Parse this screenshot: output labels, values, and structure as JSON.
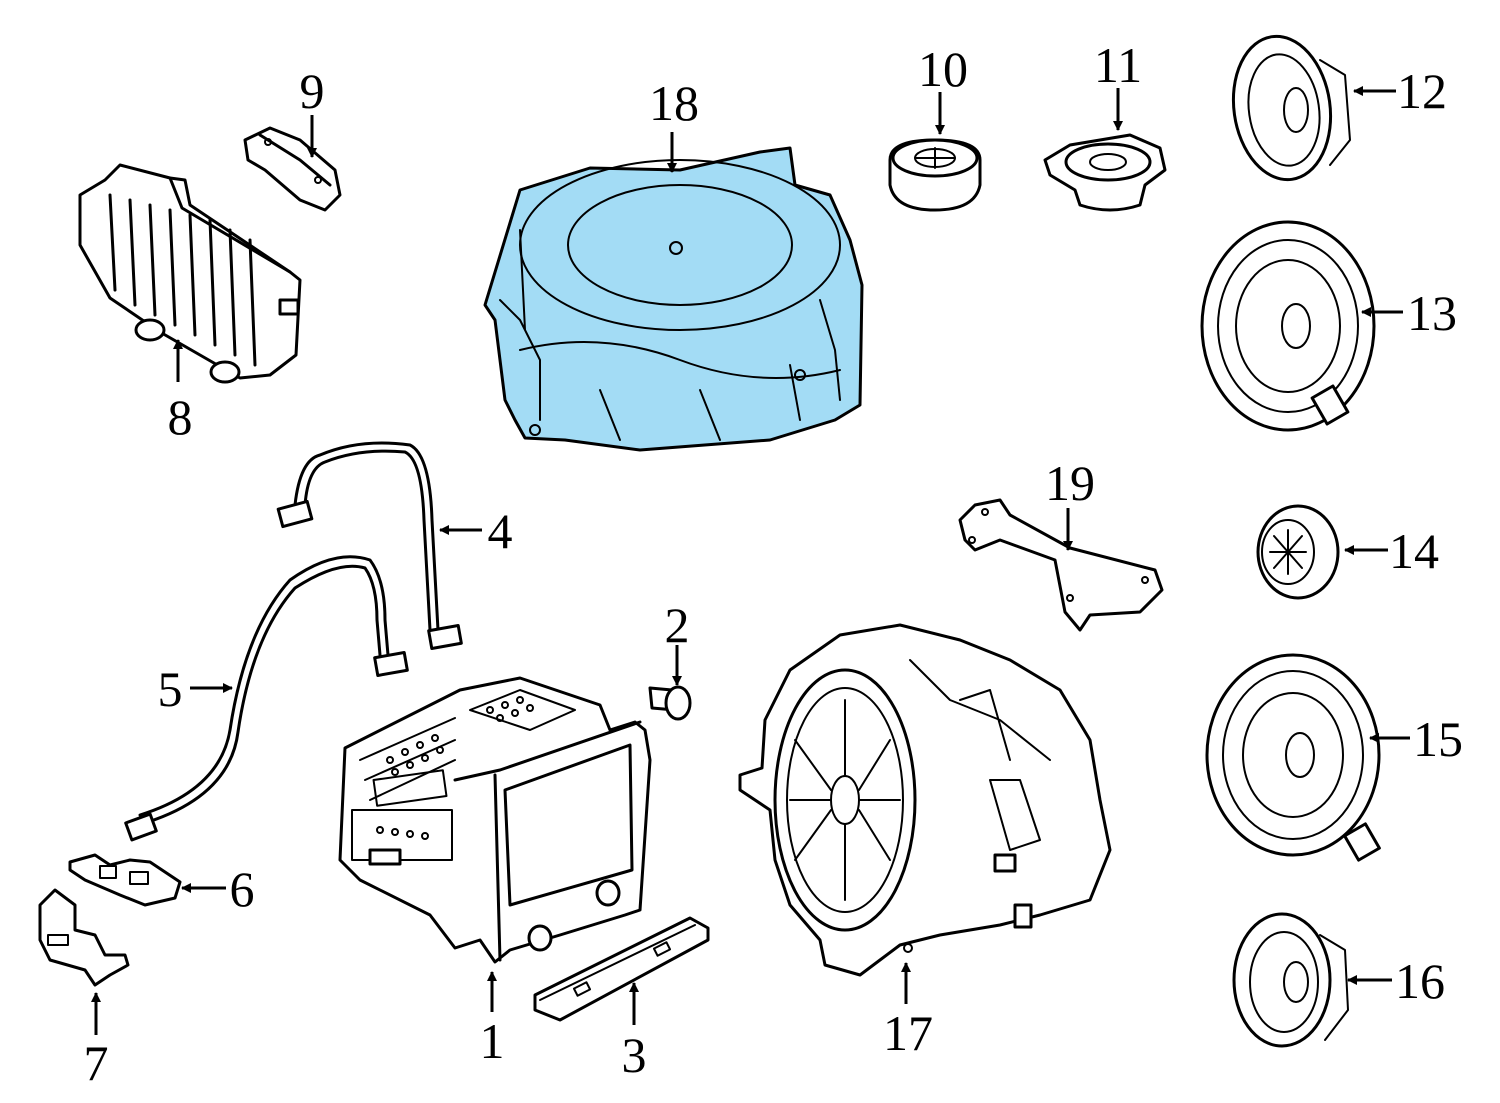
{
  "highlight_color": "#a3dcf5",
  "callouts": [
    {
      "id": "1",
      "label": "1"
    },
    {
      "id": "2",
      "label": "2"
    },
    {
      "id": "3",
      "label": "3"
    },
    {
      "id": "4",
      "label": "4"
    },
    {
      "id": "5",
      "label": "5"
    },
    {
      "id": "6",
      "label": "6"
    },
    {
      "id": "7",
      "label": "7"
    },
    {
      "id": "8",
      "label": "8"
    },
    {
      "id": "9",
      "label": "9"
    },
    {
      "id": "10",
      "label": "10"
    },
    {
      "id": "11",
      "label": "11"
    },
    {
      "id": "12",
      "label": "12"
    },
    {
      "id": "13",
      "label": "13"
    },
    {
      "id": "14",
      "label": "14"
    },
    {
      "id": "15",
      "label": "15"
    },
    {
      "id": "16",
      "label": "16"
    },
    {
      "id": "17",
      "label": "17"
    },
    {
      "id": "18",
      "label": "18"
    },
    {
      "id": "19",
      "label": "19"
    }
  ]
}
